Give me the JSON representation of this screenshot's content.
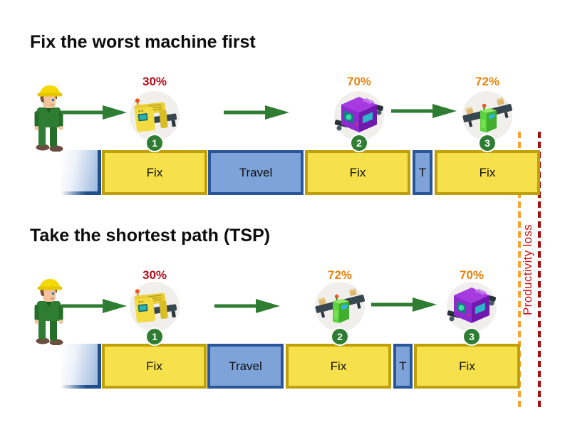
{
  "annotations": {
    "productivity_loss": "Productivity loss"
  },
  "colors": {
    "fix_fill": "#f6e14c",
    "fix_border": "#c0a00a",
    "travel_fill": "#7da3d8",
    "travel_border": "#2a5699",
    "start_gradient_edge": "#1f4e8c",
    "percent_worst": "#b50d1e",
    "percent_warn": "#e8820e",
    "badge_green": "#2e7d32",
    "arrow_green": "#2e7d32",
    "tsp_end_marker": "#f9a332",
    "worst_first_end_marker": "#a50f0f",
    "loss_text": "#cc1616"
  },
  "sections": [
    {
      "title": "Fix the worst machine first",
      "machines": [
        {
          "badge": "1",
          "percent": "30%",
          "icon": "yellow-packaging-machine",
          "percent_color": "#b50d1e"
        },
        {
          "badge": "2",
          "percent": "70%",
          "icon": "purple-milling-machine",
          "percent_color": "#e8820e"
        },
        {
          "badge": "3",
          "percent": "72%",
          "icon": "green-conveyor-station",
          "percent_color": "#e8820e"
        }
      ],
      "timeline": [
        {
          "kind": "start",
          "label": ""
        },
        {
          "kind": "fix",
          "label": "Fix"
        },
        {
          "kind": "travel",
          "label": "Travel"
        },
        {
          "kind": "fix",
          "label": "Fix"
        },
        {
          "kind": "travel",
          "label": "T"
        },
        {
          "kind": "fix",
          "label": "Fix"
        }
      ]
    },
    {
      "title": "Take the shortest path (TSP)",
      "machines": [
        {
          "badge": "1",
          "percent": "30%",
          "icon": "yellow-packaging-machine",
          "percent_color": "#b50d1e"
        },
        {
          "badge": "2",
          "percent": "72%",
          "icon": "green-conveyor-station",
          "percent_color": "#e8820e"
        },
        {
          "badge": "3",
          "percent": "70%",
          "icon": "purple-milling-machine",
          "percent_color": "#e8820e"
        }
      ],
      "timeline": [
        {
          "kind": "start",
          "label": ""
        },
        {
          "kind": "fix",
          "label": "Fix"
        },
        {
          "kind": "travel",
          "label": "Travel"
        },
        {
          "kind": "fix",
          "label": "Fix"
        },
        {
          "kind": "travel",
          "label": "T"
        },
        {
          "kind": "fix",
          "label": "Fix"
        }
      ]
    }
  ]
}
